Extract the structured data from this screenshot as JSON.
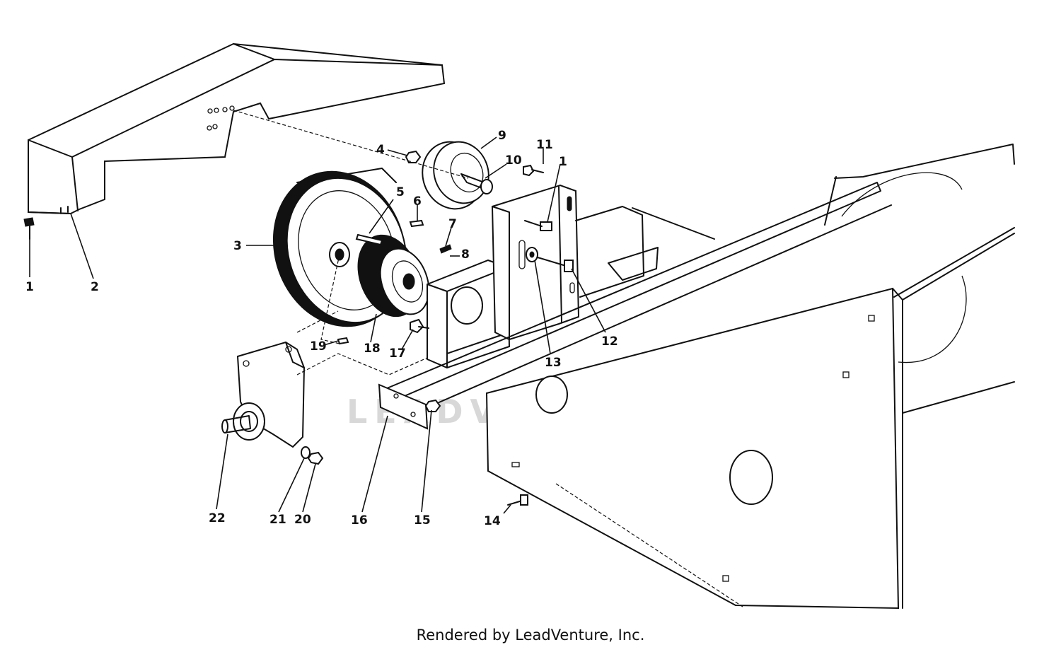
{
  "diagram": {
    "callouts": [
      {
        "id": "c1a",
        "label": "1"
      },
      {
        "id": "c2",
        "label": "2"
      },
      {
        "id": "c3",
        "label": "3"
      },
      {
        "id": "c4",
        "label": "4"
      },
      {
        "id": "c5",
        "label": "5"
      },
      {
        "id": "c6",
        "label": "6"
      },
      {
        "id": "c7",
        "label": "7"
      },
      {
        "id": "c8",
        "label": "8"
      },
      {
        "id": "c9",
        "label": "9"
      },
      {
        "id": "c10",
        "label": "10"
      },
      {
        "id": "c11",
        "label": "11"
      },
      {
        "id": "c1b",
        "label": "1"
      },
      {
        "id": "c12",
        "label": "12"
      },
      {
        "id": "c13",
        "label": "13"
      },
      {
        "id": "c14",
        "label": "14"
      },
      {
        "id": "c15",
        "label": "15"
      },
      {
        "id": "c16",
        "label": "16"
      },
      {
        "id": "c17",
        "label": "17"
      },
      {
        "id": "c18",
        "label": "18"
      },
      {
        "id": "c19",
        "label": "19"
      },
      {
        "id": "c20",
        "label": "20"
      },
      {
        "id": "c21",
        "label": "21"
      },
      {
        "id": "c22",
        "label": "22"
      }
    ],
    "watermark": "LEADVENTURE"
  },
  "footer": {
    "credit": "Rendered by LeadVenture, Inc."
  }
}
